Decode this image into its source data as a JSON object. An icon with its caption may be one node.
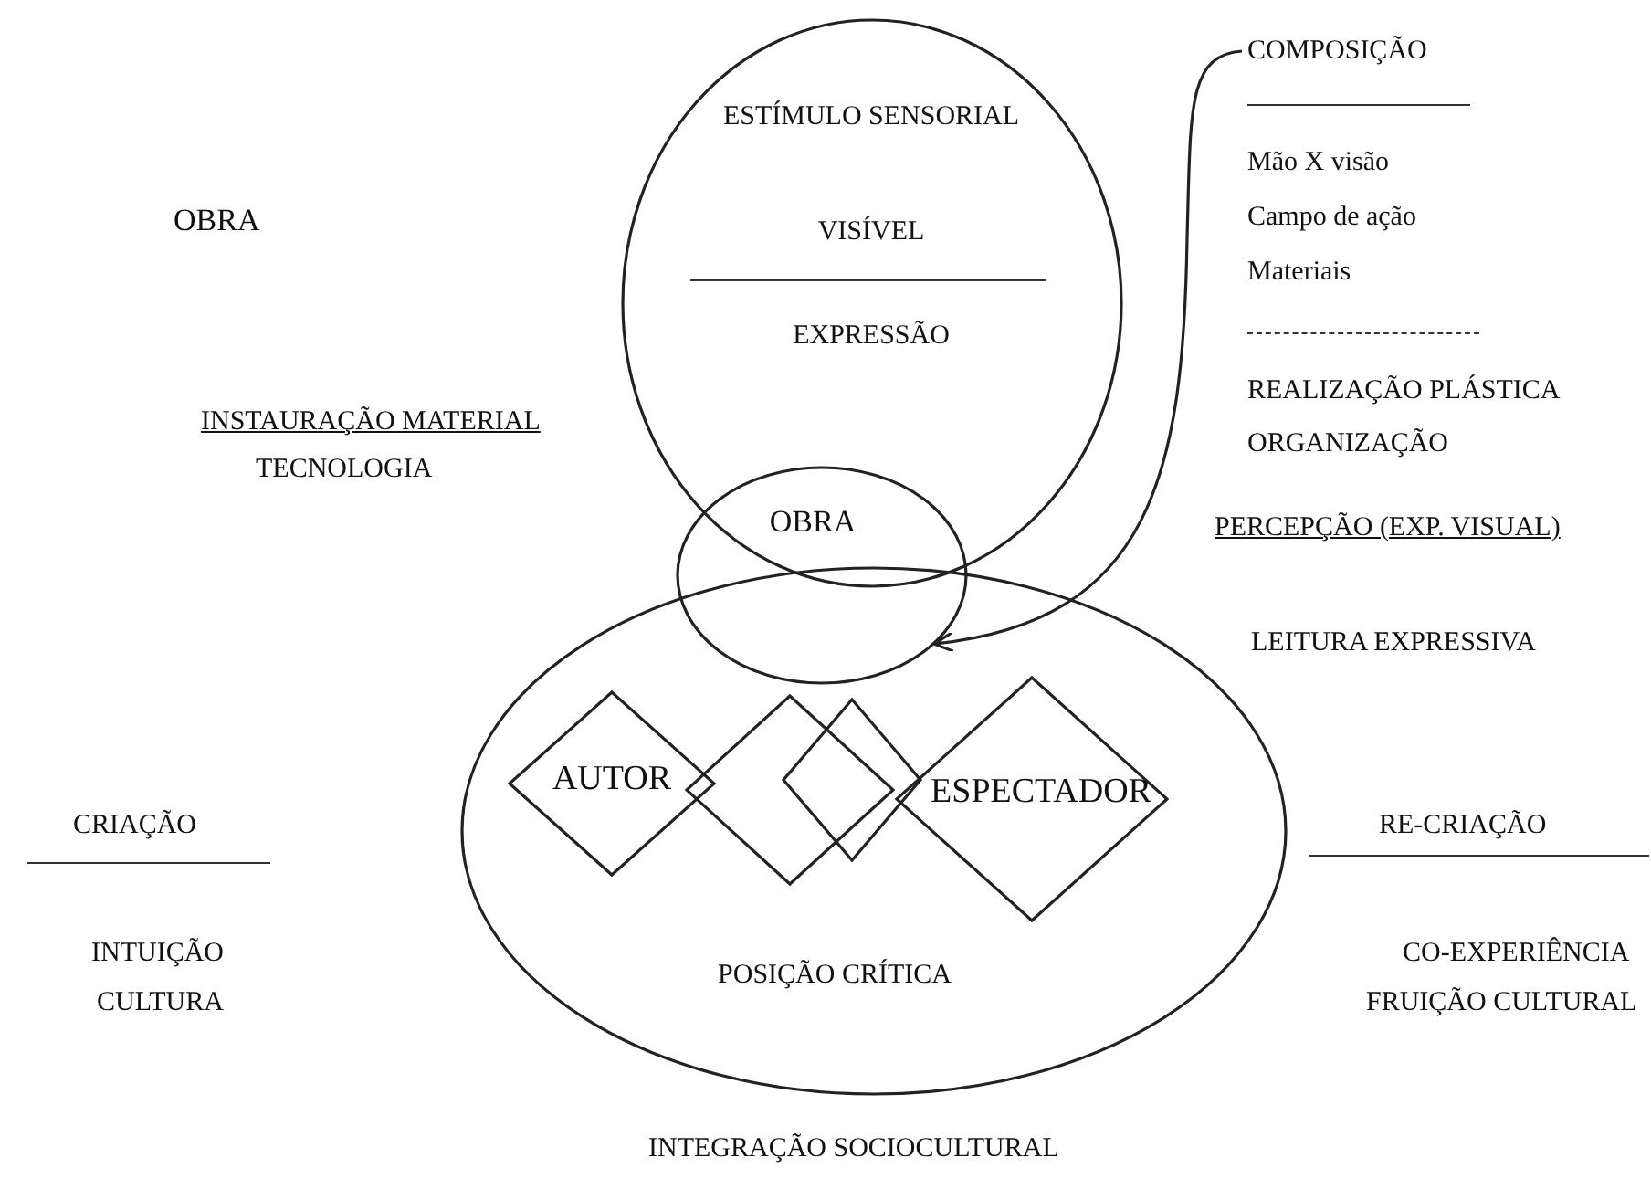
{
  "diagram": {
    "nodes": [
      {
        "text": [
          "ESTÍMULO SENSORIAL",
          "VISÍVEL",
          "EXPRESSÃO"
        ]
      },
      {
        "text": [
          "OBRA"
        ]
      },
      {
        "text": [
          "POSIÇÃO CRÍTICA"
        ]
      },
      {
        "text": [
          "AUTOR"
        ],
        "in": 2
      },
      {
        "text": [],
        "shape": "diamond",
        "in": 2
      },
      {
        "text": [],
        "shape": "diamond",
        "in": 2
      },
      {
        "text": [
          "ESPECTADOR"
        ],
        "in": 2
      },
      {
        "text": [
          "COMPOSIÇÃO"
        ]
      }
    ],
    "edges": [
      {
        "from": 7,
        "to": 1,
        "arrow": "to"
      }
    ],
    "labels": [
      "OBRA",
      "INSTAURAÇÃO MATERIAL",
      "TECNOLOGIA",
      "Mão X visão",
      "Campo de ação",
      "Materiais",
      "REALIZAÇÃO PLÁSTICA",
      "ORGANIZAÇÃO",
      "PERCEPÇÃO (EXP. VISUAL)",
      "LEITURA EXPRESSIVA",
      "CRIAÇÃO",
      "RE-CRIAÇÃO",
      "INTUIÇÃO",
      "CO-EXPERIÊNCIA",
      "CULTURA",
      "FRUIÇÃO CULTURAL",
      "INTEGRAÇÃO SOCIOCULTURAL"
    ]
  }
}
